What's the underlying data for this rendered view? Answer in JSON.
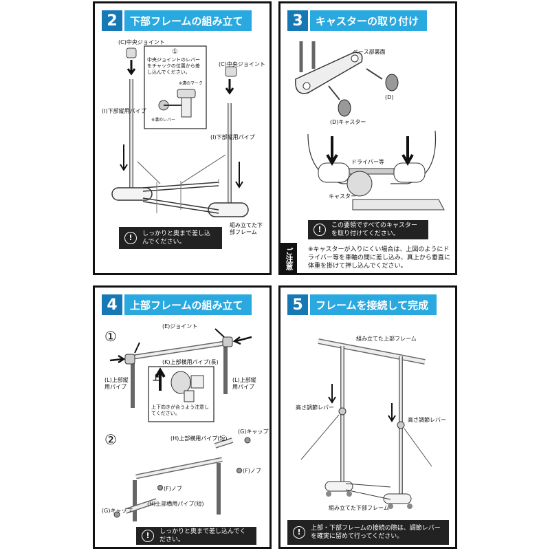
{
  "panels": [
    {
      "num": "2",
      "title": "下部フレームの組み立て",
      "labels": {
        "center_joint_left": "(C)中央ジョイント",
        "center_joint_right": "(C)中央ジョイント",
        "lower_pipe_left": "(I)下部縦用パイプ",
        "lower_pipe_right": "(I)下部縦用パイプ",
        "inset_num": "①",
        "inset_text": "中央ジョイントのレバーをチャックの位置から差し込んでください。",
        "inset_mark": "※溝のマーク",
        "inset_lever": "※溝のレバー",
        "assembled_frame": "組み立てた下部フレーム"
      },
      "note": "しっかりと奥まで差し込んでください。"
    },
    {
      "num": "3",
      "title": "キャスターの取り付け",
      "labels": {
        "base_frame": "ベース部裏面",
        "caster_d": "(D)",
        "caster_label": "(D)キャスター",
        "driver": "ドライバー等",
        "caster": "キャスター"
      },
      "note": "この要領ですべてのキャスターを取り付けてください。",
      "caution_tag": "ご注意",
      "caution_text": "※キャスターが入りにくい場合は、上図のようにドライバー等を車軸の間に差し込み、真上から垂直に体重を掛けて押し込んでください。"
    },
    {
      "num": "4",
      "title": "上部フレームの組み立て",
      "labels": {
        "step1": "①",
        "step2": "②",
        "joint_e": "(E)ジョイント",
        "upper_pipe_long": "(K)上部横用パイプ(長)",
        "upper_pipe_left": "(L)上部縦用パイプ",
        "upper_pipe_right": "(L)上部縦用パイプ",
        "inset_note": "上下向きが合うよう注意してください。",
        "up_mark": "上",
        "cap_top": "(G)キャップ",
        "upper_pipe_short_top": "(H)上部横用パイプ(短)",
        "knob_top": "(F)ノブ",
        "knob_bottom": "(F)ノブ",
        "upper_pipe_short_bottom": "(H)上部横用パイプ(短)",
        "cap_bottom": "(G)キャップ"
      },
      "note": "しっかりと奥まで差し込んでください。"
    },
    {
      "num": "5",
      "title": "フレームを接続して完成",
      "labels": {
        "upper_frame": "組み立てた上部フレーム",
        "lever_left": "高さ調節レバー",
        "lever_right": "高さ調節レバー",
        "lower_frame": "組み立てた下部フレーム"
      },
      "note": "上部・下部フレームの接続の際は、調節レバーを確実に留めて行ってください。"
    }
  ],
  "colors": {
    "header_bg": "#29a9df",
    "header_num_bg": "#1679b6",
    "note_bg": "#222222"
  }
}
